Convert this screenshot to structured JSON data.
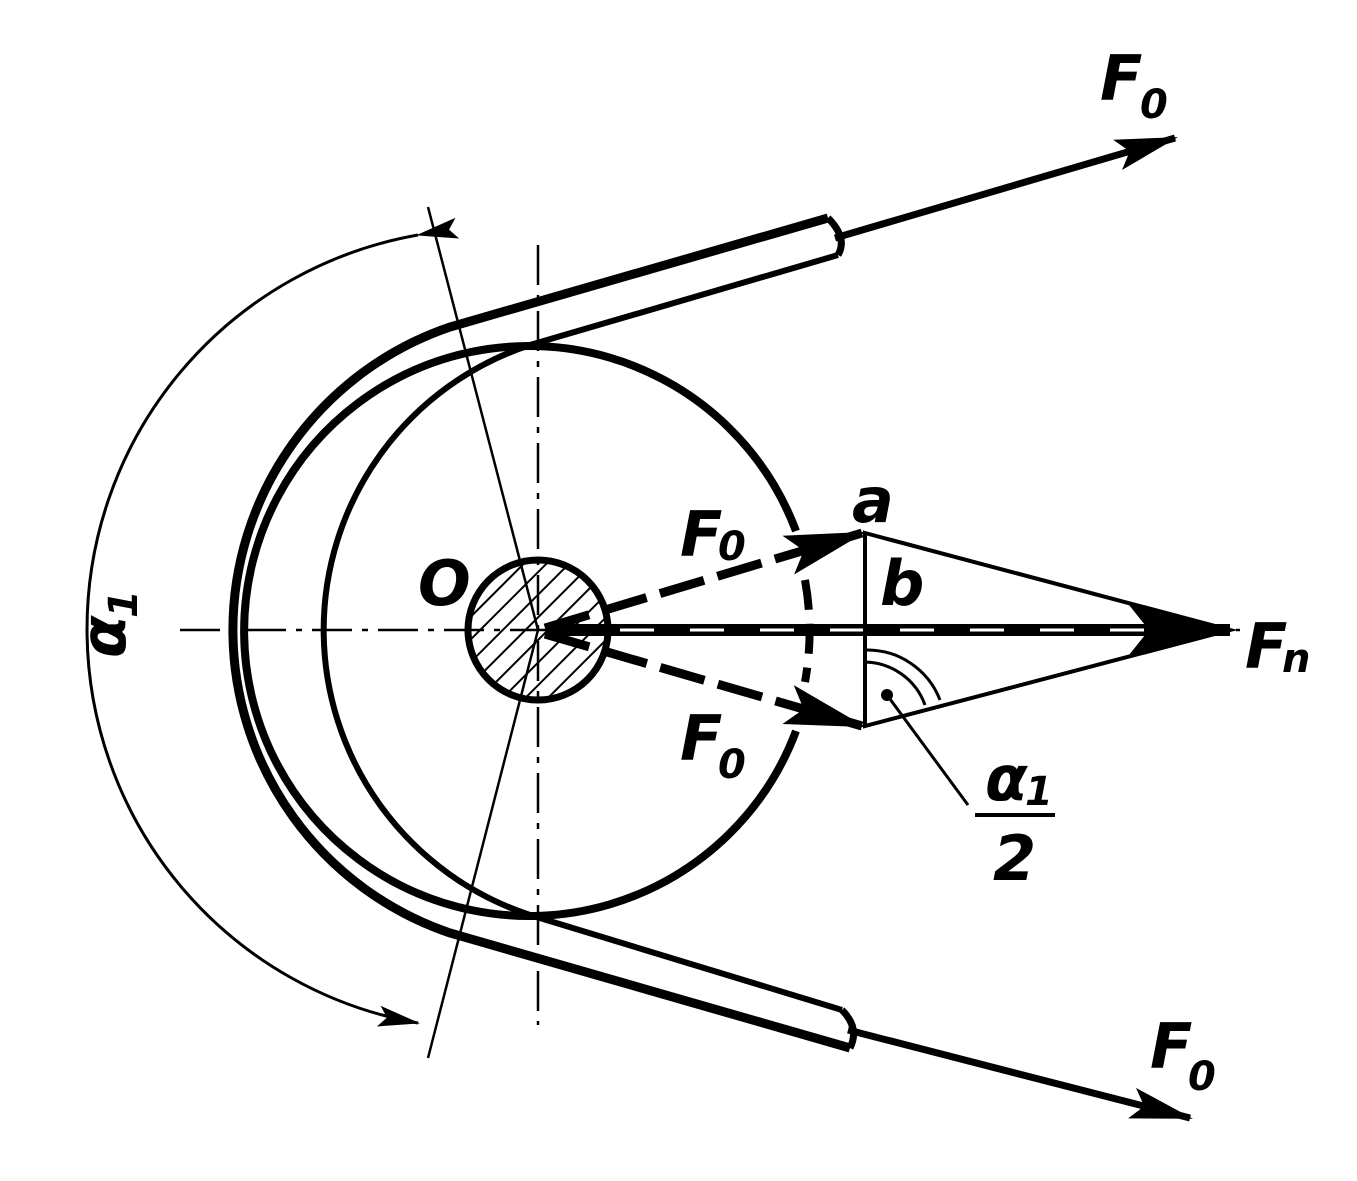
{
  "labels": {
    "force_belt_top": "F",
    "force_belt_top_sub": "0",
    "force_belt_bottom": "F",
    "force_belt_bottom_sub": "0",
    "force_upper_inner": "F",
    "force_upper_inner_sub": "0",
    "force_lower_inner": "F",
    "force_lower_inner_sub": "0",
    "resultant": "F",
    "resultant_sub": "n",
    "center": "O",
    "point_a": "a",
    "point_b": "b",
    "wrap_angle": "α",
    "wrap_angle_sub": "1",
    "half_angle_num": "α",
    "half_angle_num_sub": "1",
    "half_angle_den": "2"
  },
  "colors": {
    "ink": "#000000",
    "paper": "#ffffff"
  }
}
